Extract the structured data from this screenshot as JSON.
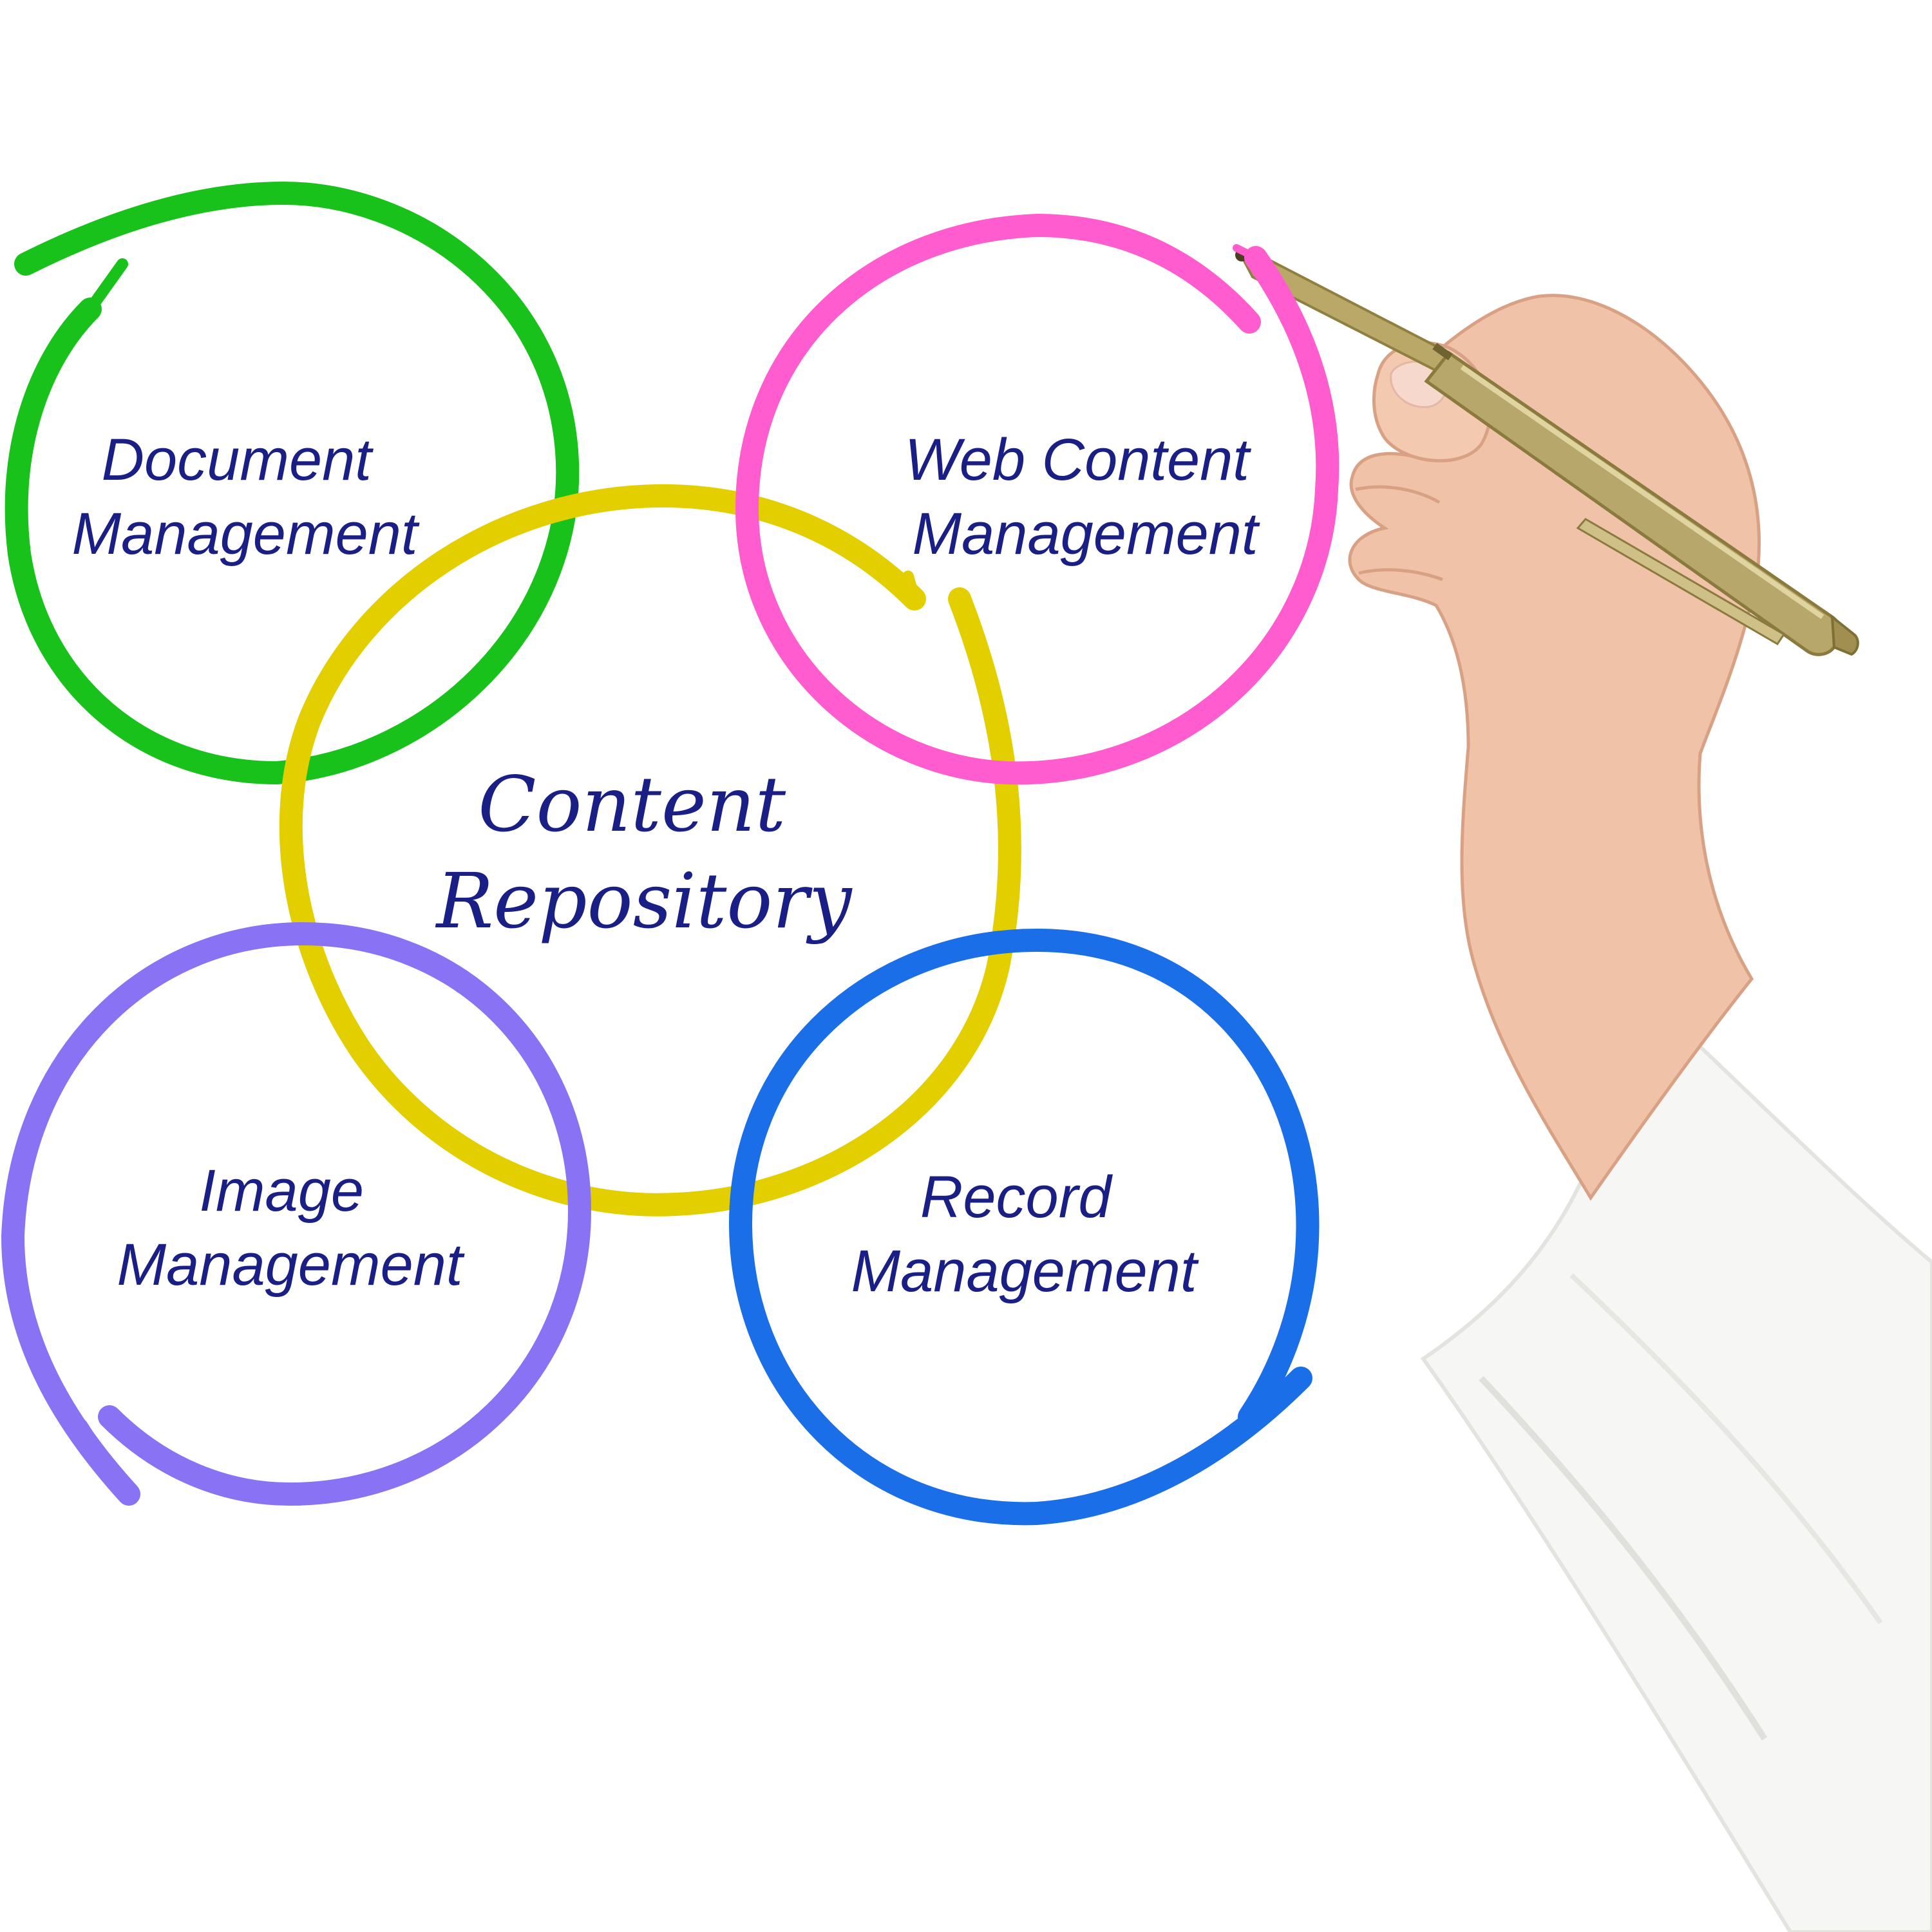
{
  "diagram": {
    "center": {
      "lines": [
        "Content",
        "Repository"
      ],
      "color": "#e3cf00"
    },
    "nodes": [
      {
        "id": "document",
        "lines": [
          "Document",
          "Management"
        ],
        "color": "#18c21a"
      },
      {
        "id": "web-content",
        "lines": [
          "Web Content",
          "Management"
        ],
        "color": "#ff5ccf"
      },
      {
        "id": "image",
        "lines": [
          "Image",
          "Management"
        ],
        "color": "#8a72f5"
      },
      {
        "id": "record",
        "lines": [
          "Record",
          "Management"
        ],
        "color": "#1a6ee8"
      }
    ],
    "text_color": "#1a1f86"
  }
}
